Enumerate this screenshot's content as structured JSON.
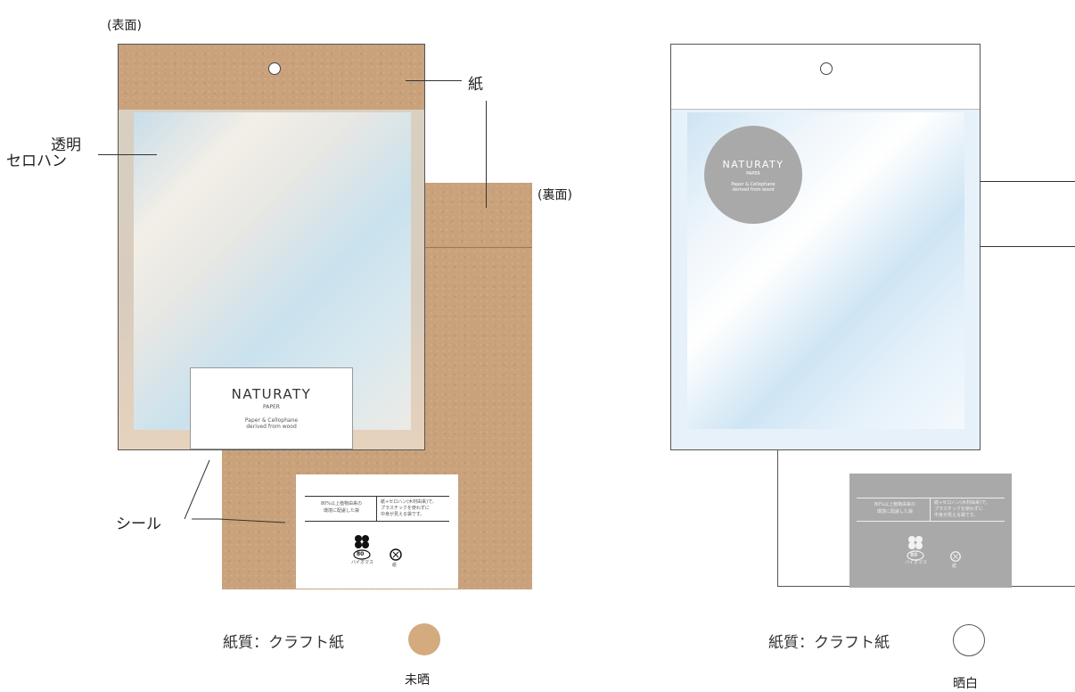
{
  "labels": {
    "front": "(表面)",
    "back": "(裏面)",
    "paper": "紙",
    "cellophane_1": "透明",
    "cellophane_2": "セロハン",
    "seal": "シール"
  },
  "sticker": {
    "brand": "NATURATY",
    "sub": "PAPER",
    "desc_1": "Paper & Cellophane",
    "desc_2": "derived from wood"
  },
  "back_label": {
    "left_1": "80%以上植物由来の",
    "left_2": "環境に配慮した袋",
    "right_1": "紙+セロハン(木材由来)で、",
    "right_2": "プラスチックを使わずに",
    "right_3": "中身が見える袋です。",
    "mark_num": "80",
    "mark_caption": "バイオマス",
    "paper_mark": "紙"
  },
  "variants": [
    {
      "caption": "紙質：クラフト紙",
      "swatch_color": "#d3ab7f",
      "note": "未晒"
    },
    {
      "caption": "紙質：クラフト紙",
      "swatch_color": "#ffffff",
      "note": "晒白"
    }
  ],
  "colors": {
    "kraft": "#c9a27b",
    "seal_gray": "#a9a9a9"
  }
}
